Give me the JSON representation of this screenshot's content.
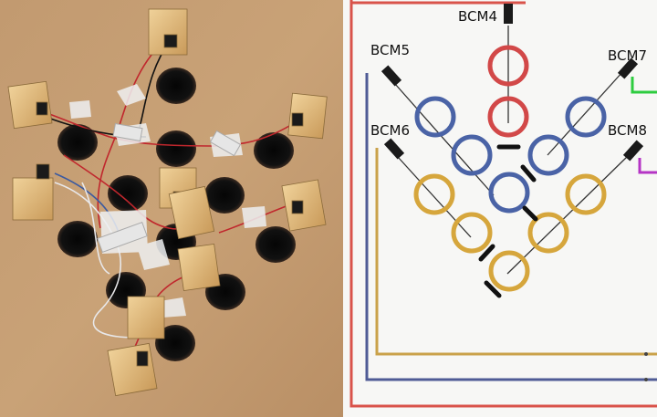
{
  "labels": [
    "BCM4",
    "BCM5",
    "BCM7",
    "BCM6",
    "BCM8"
  ],
  "colors": {
    "red_circle": "#d24848",
    "blue_circle": "#4a63a6",
    "yellow_circle": "#d6a63c",
    "wire_red": "#d9534a",
    "wire_blue": "#4f5b95",
    "wire_yellow": "#caa24a",
    "wire_green": "#2ecc40",
    "wire_purple": "#b535c5",
    "board": "#c79f72"
  }
}
